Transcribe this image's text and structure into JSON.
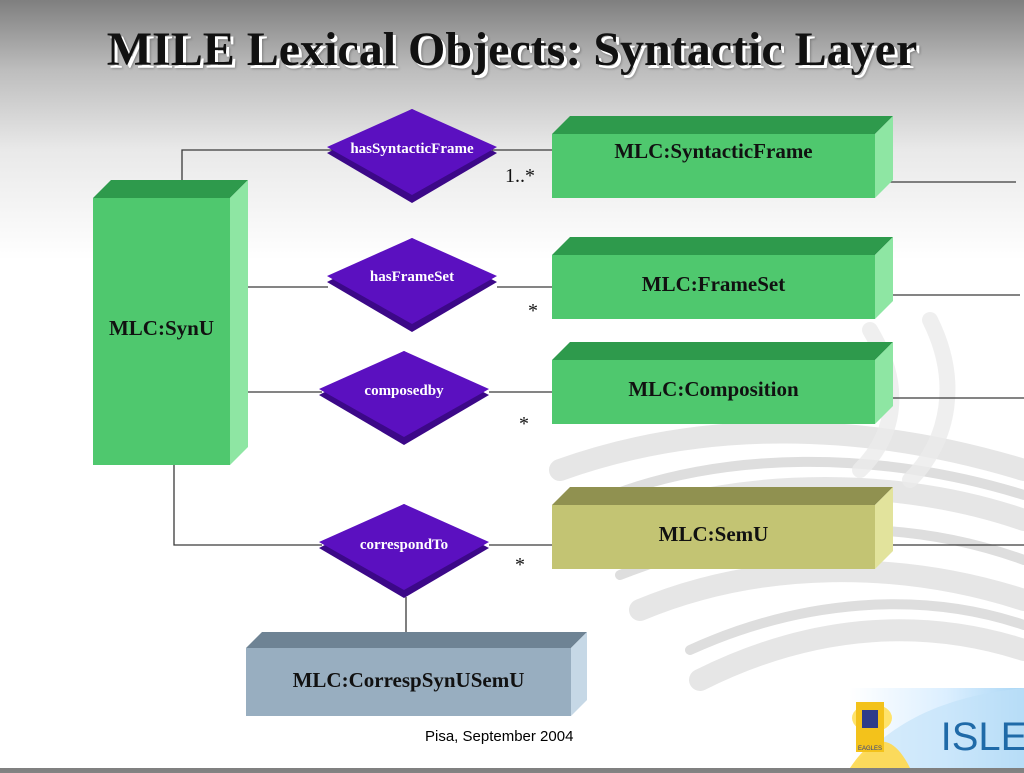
{
  "title": "MILE Lexical Objects: Syntactic Layer",
  "boxes": {
    "synu": "MLC:SynU",
    "syntactic_frame": "MLC:SyntacticFrame",
    "frame_set": "MLC:FrameSet",
    "composition": "MLC:Composition",
    "semu": "MLC:SemU",
    "corresp": "MLC:CorrespSynUSemU"
  },
  "relations": {
    "has_syntactic_frame": "hasSyntacticFrame",
    "has_frame_set": "hasFrameSet",
    "composedby": "composedby",
    "correspond_to": "correspondTo"
  },
  "multiplicities": {
    "syntactic_frame": "1..*",
    "frame_set": "*",
    "composition": "*",
    "semu": "*"
  },
  "footer": "Pisa, September 2004",
  "logo": {
    "text": "ISLE",
    "small_text": "EAGLES"
  },
  "colors": {
    "green_front": "#4fc86e",
    "green_top": "#2e9a4c",
    "green_side": "#8ee6a3",
    "olive_front": "#c3c473",
    "olive_top": "#909150",
    "olive_side": "#e2e39c",
    "slate_front": "#98aec0",
    "slate_top": "#6e8394",
    "slate_side": "#c6d8e6",
    "diamond": "#5b10c0",
    "diamond_shadow": "#3c0888"
  }
}
